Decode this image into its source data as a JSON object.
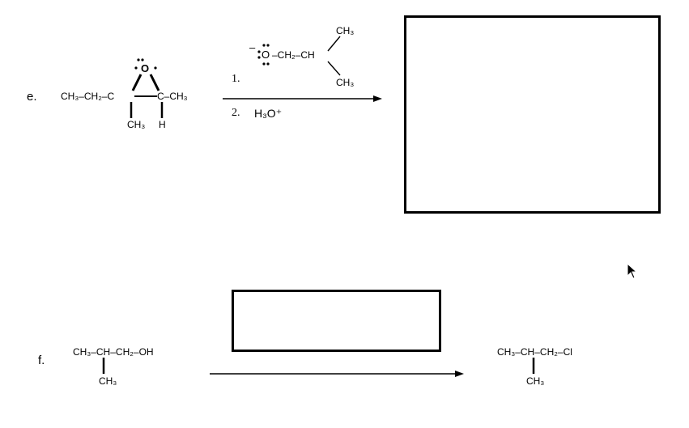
{
  "problem_e": {
    "label": "e.",
    "reactant": {
      "left_chain": "CH₃–CH₂–C",
      "right_group": "C–CH₃",
      "oxygen": "O",
      "sub_methyl": "CH₃",
      "sub_h": "H"
    },
    "reagent_1": {
      "step": "1.",
      "charge": "–",
      "oxygen": "O",
      "chain": "–CH₂–CH",
      "top_methyl": "CH₃",
      "bottom_methyl": "CH₃"
    },
    "reagent_2": {
      "step": "2.",
      "text": "H₃O⁺"
    }
  },
  "problem_f": {
    "label": "f.",
    "reactant": {
      "chain": "CH₃–CH–CH₂–OH",
      "branch": "CH₃"
    },
    "product": {
      "chain": "CH₃–CH–CH₂–Cl",
      "branch": "CH₃"
    }
  },
  "cursor": {
    "icon": "arrow-pointer-icon"
  }
}
